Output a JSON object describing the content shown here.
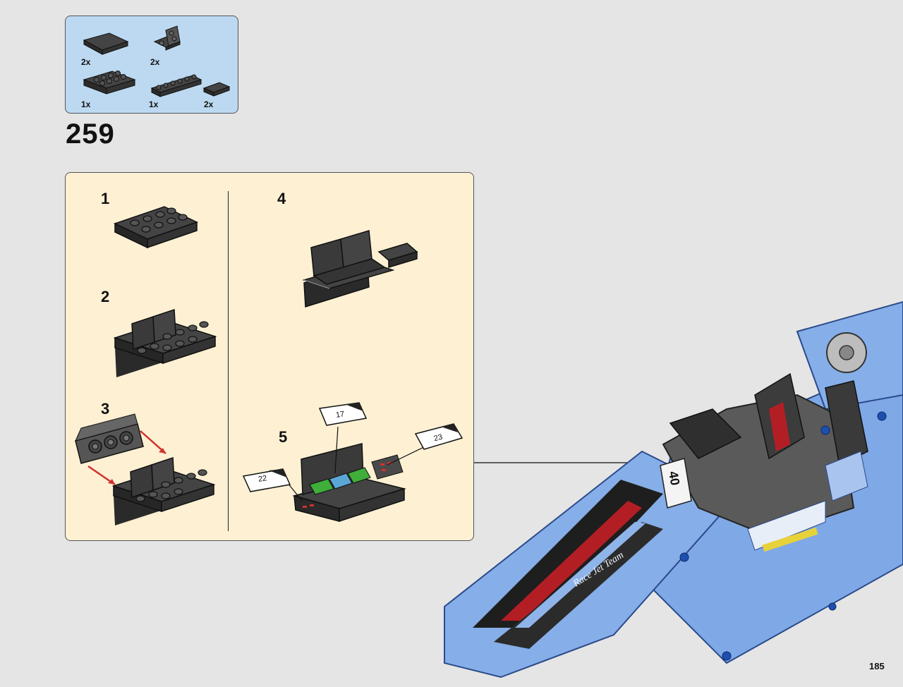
{
  "parts_list": {
    "items": [
      {
        "qty": "2x",
        "part": "plate-2x4-smooth"
      },
      {
        "qty": "2x",
        "part": "bracket-1x2-2x2"
      },
      {
        "qty": "1x",
        "part": "plate-2x4"
      },
      {
        "qty": "1x",
        "part": "plate-1x6"
      },
      {
        "qty": "2x",
        "part": "tile-1x2"
      }
    ]
  },
  "step": {
    "number": "259"
  },
  "substeps": {
    "items": [
      {
        "label": "1"
      },
      {
        "label": "2"
      },
      {
        "label": "3"
      },
      {
        "label": "4"
      },
      {
        "label": "5"
      }
    ],
    "stickers": [
      "17",
      "22",
      "23"
    ]
  },
  "model": {
    "decals": [
      "Race Jet Team",
      "40"
    ]
  },
  "page": {
    "number": "185"
  },
  "colors": {
    "parts_bg": "#bcd9f1",
    "subassembly_bg": "#fdf0d3",
    "page_bg": "#e5e5e5",
    "brick_dark": "#3a3a3a",
    "model_blue": "#7fa8e6",
    "arrow_red": "#d0312d"
  }
}
